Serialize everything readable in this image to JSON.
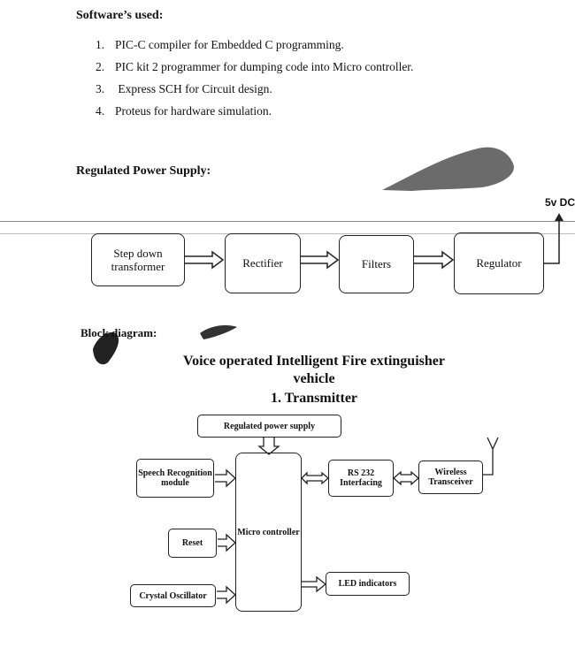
{
  "software": {
    "heading": "Software’s used:",
    "items": [
      {
        "num": "1.",
        "text": "PIC-C compiler for Embedded C programming."
      },
      {
        "num": "2.",
        "text": "PIC kit 2 programmer for dumping code into Micro controller."
      },
      {
        "num": "3.",
        "text": " Express SCH for Circuit design."
      },
      {
        "num": "4.",
        "text": "Proteus for hardware simulation."
      }
    ]
  },
  "power_supply": {
    "heading": "Regulated Power Supply:",
    "output_label": "5v DC",
    "blocks": [
      "Step down transformer",
      "Rectifier",
      "Filters",
      "Regulator"
    ]
  },
  "block_diagram": {
    "heading": "Block diagram:",
    "title_line1": "Voice operated Intelligent Fire extinguisher",
    "title_line2": "vehicle",
    "title_line3": "1. Transmitter",
    "power": "Regulated power supply",
    "speech": "Speech Recognition module",
    "reset": "Reset",
    "crystal": "Crystal Oscillator",
    "micro": "Micro controller",
    "rs232": "RS 232 Interfacing",
    "wireless": "Wireless Transceiver",
    "led": "LED indicators"
  }
}
